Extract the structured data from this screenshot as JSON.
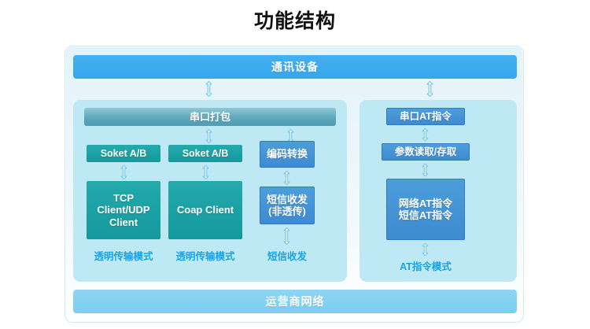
{
  "title": "功能结构",
  "colors": {
    "accent_blue": "#35a7ec",
    "panel_bg": "#bde8f4",
    "teal": "#14999c",
    "blue_box": "#3e8bd0",
    "caption_blue": "#17a4e8",
    "bottom_bar": "#7ccdf0",
    "frame_border": "#cfe9f3"
  },
  "top_bar": {
    "label": "通讯设备"
  },
  "bottom_bar": {
    "label": "运营商网络"
  },
  "left_panel": {
    "header_bar": {
      "label": "串口打包"
    },
    "columns": [
      {
        "socket": "Soket A/B",
        "client": "TCP\nClient/UDP\nClient",
        "client_lines": [
          "TCP",
          "Client/UDP",
          "Client"
        ],
        "caption": "透明传输模式"
      },
      {
        "socket": "Soket A/B",
        "client": "Coap Client",
        "client_lines": [
          "Coap Client"
        ],
        "caption": "透明传输模式"
      }
    ],
    "sms_column": {
      "encode": "编码转换",
      "sms_lines": [
        "短信收发",
        "(非透传)"
      ],
      "caption": "短信收发"
    }
  },
  "right_panel": {
    "at_command": "串口AT指令",
    "param_access": "参数读取/存取",
    "at_box_lines": [
      "网络AT指令",
      "短信AT指令"
    ],
    "caption": "AT指令模式"
  },
  "arrows": {
    "icon": "double-headed-vertical-arrow",
    "count": 11
  }
}
